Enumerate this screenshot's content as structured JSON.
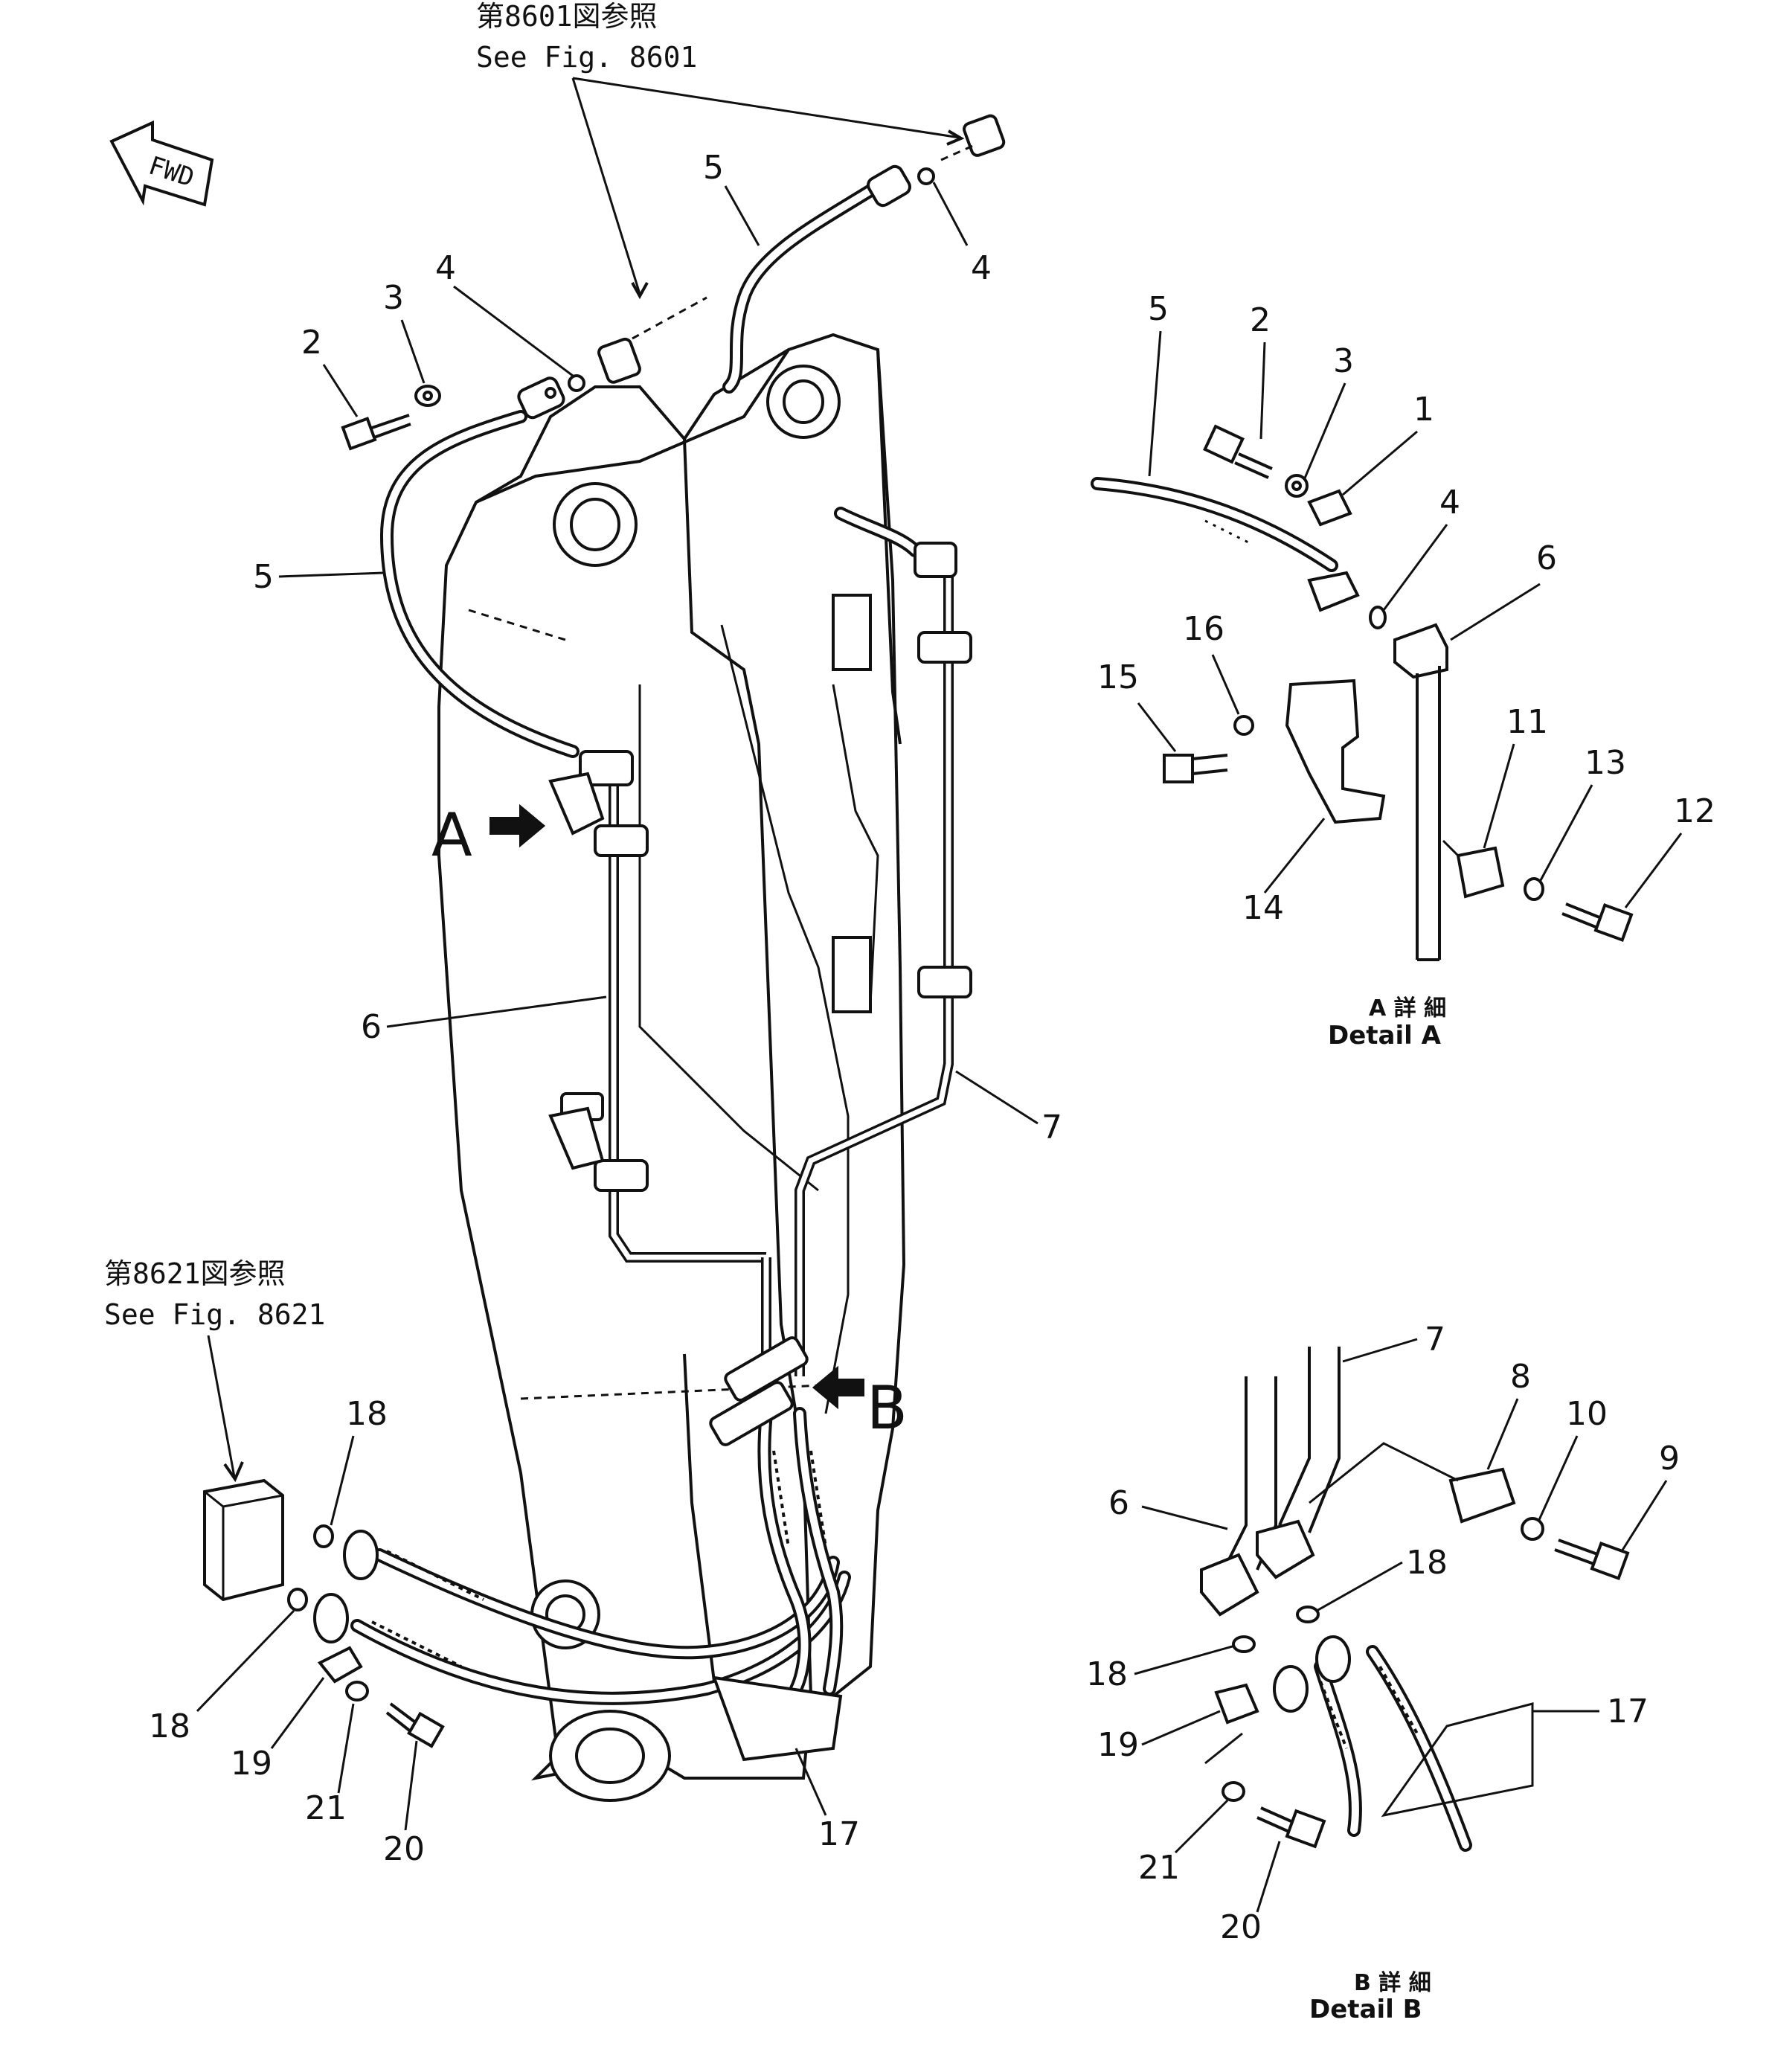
{
  "references": {
    "top": {
      "ja": "第8601図参照",
      "en": "See Fig. 8601"
    },
    "left": {
      "ja": "第8621図参照",
      "en": "See Fig. 8621"
    }
  },
  "fwd_label": "FWD",
  "section_markers": {
    "a": "A",
    "b": "B"
  },
  "details": {
    "a": {
      "ja": "A 詳 細",
      "en": "Detail A"
    },
    "b": {
      "ja": "B 詳 細",
      "en": "Detail B"
    }
  },
  "main_callouts": [
    {
      "id": "m5-top",
      "text": "5"
    },
    {
      "id": "m4-top-right",
      "text": "4"
    },
    {
      "id": "m4-left",
      "text": "4"
    },
    {
      "id": "m3-left",
      "text": "3"
    },
    {
      "id": "m2-left",
      "text": "2"
    },
    {
      "id": "m5-left",
      "text": "5"
    },
    {
      "id": "m6-left",
      "text": "6"
    },
    {
      "id": "m7-right",
      "text": "7"
    },
    {
      "id": "m18-top",
      "text": "18"
    },
    {
      "id": "m18-bottom",
      "text": "18"
    },
    {
      "id": "m19",
      "text": "19"
    },
    {
      "id": "m21",
      "text": "21"
    },
    {
      "id": "m20",
      "text": "20"
    },
    {
      "id": "m17",
      "text": "17"
    }
  ],
  "detail_a_callouts": [
    {
      "id": "a5",
      "text": "5"
    },
    {
      "id": "a2",
      "text": "2"
    },
    {
      "id": "a3",
      "text": "3"
    },
    {
      "id": "a1",
      "text": "1"
    },
    {
      "id": "a4",
      "text": "4"
    },
    {
      "id": "a6",
      "text": "6"
    },
    {
      "id": "a16",
      "text": "16"
    },
    {
      "id": "a15",
      "text": "15"
    },
    {
      "id": "a11",
      "text": "11"
    },
    {
      "id": "a13",
      "text": "13"
    },
    {
      "id": "a12",
      "text": "12"
    },
    {
      "id": "a14",
      "text": "14"
    }
  ],
  "detail_b_callouts": [
    {
      "id": "b7",
      "text": "7"
    },
    {
      "id": "b8",
      "text": "8"
    },
    {
      "id": "b10",
      "text": "10"
    },
    {
      "id": "b9",
      "text": "9"
    },
    {
      "id": "b6",
      "text": "6"
    },
    {
      "id": "b18-right",
      "text": "18"
    },
    {
      "id": "b18-left",
      "text": "18"
    },
    {
      "id": "b17",
      "text": "17"
    },
    {
      "id": "b19",
      "text": "19"
    },
    {
      "id": "b21",
      "text": "21"
    },
    {
      "id": "b20",
      "text": "20"
    }
  ]
}
